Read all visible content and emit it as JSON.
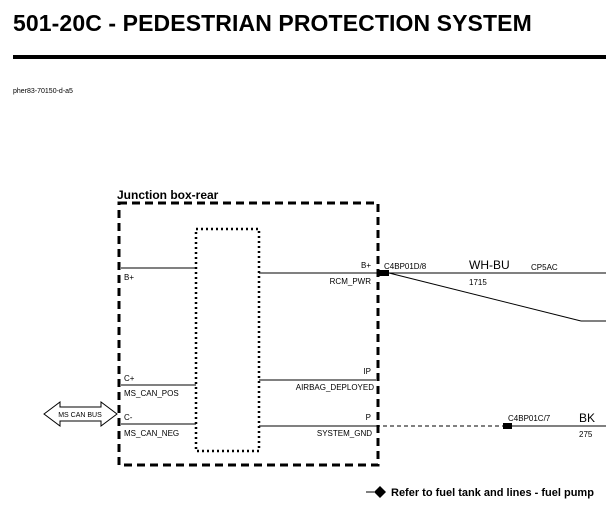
{
  "header": {
    "title": "501-20C - PEDESTRIAN PROTECTION SYSTEM",
    "doc_id": "pher83-70150-d-a5"
  },
  "diagram": {
    "module_label": "Junction box-rear",
    "pins_left": [
      {
        "pin": "B+",
        "signal": ""
      },
      {
        "pin": "C+",
        "signal": "MS_CAN_POS"
      },
      {
        "pin": "C-",
        "signal": "MS_CAN_NEG"
      }
    ],
    "pins_right": [
      {
        "pin": "B+",
        "signal": "RCM_PWR"
      },
      {
        "pin": "IP",
        "signal": "AIRBAG_DEPLOYED"
      },
      {
        "pin": "P",
        "signal": "SYSTEM_GND"
      }
    ],
    "bus_label": "MS CAN BUS",
    "wires": [
      {
        "connector": "C4BP01D/8",
        "color_code": "WH-BU",
        "circuit": "1715",
        "destination": "CP5AC"
      },
      {
        "connector": "C4BP01C/7",
        "color_code": "BK",
        "circuit": "275"
      }
    ],
    "reference_note": "Refer to fuel tank and lines - fuel pump"
  }
}
